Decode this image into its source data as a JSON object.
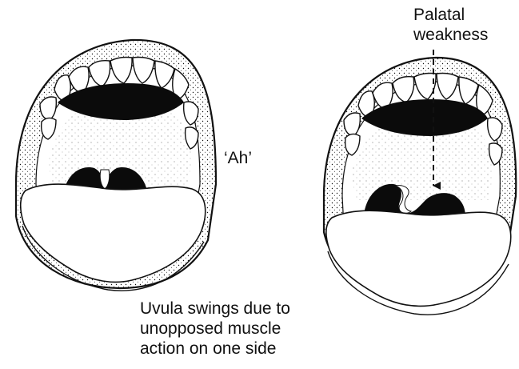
{
  "labels": {
    "callout_lines": [
      "Palatal",
      "weakness"
    ],
    "sound": "‘Ah’",
    "caption_lines": [
      "Uvula swings due to",
      "unopposed muscle",
      "action on one side"
    ]
  },
  "colors": {
    "ink": "#111111",
    "paper": "#ffffff",
    "cavity": "#0b0b0b"
  },
  "figures": [
    {
      "name": "normal-mouth",
      "uvula": "midline"
    },
    {
      "name": "palatal-weakness-mouth",
      "uvula": "deviated"
    }
  ]
}
